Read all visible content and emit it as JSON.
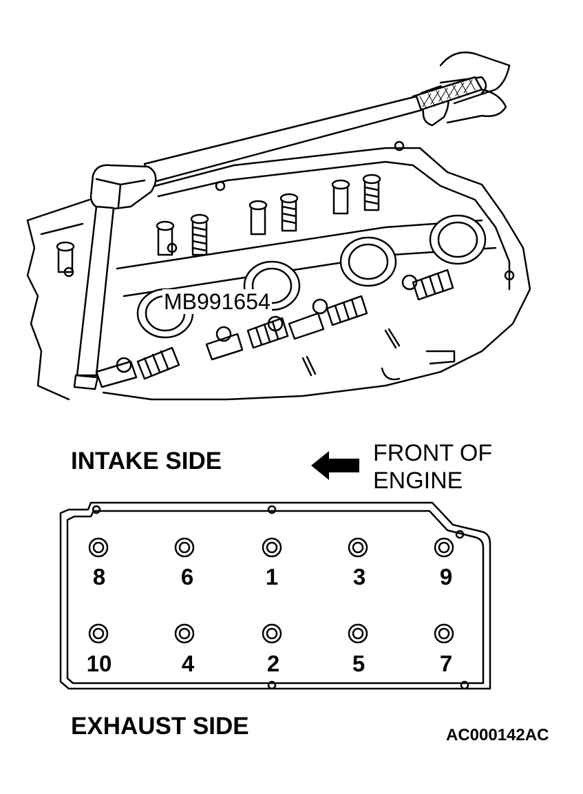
{
  "illustration": {
    "tool_callout": "MB991654"
  },
  "labels": {
    "intake_side": "INTAKE SIDE",
    "front_of_engine_line1": "FRONT OF",
    "front_of_engine_line2": "ENGINE",
    "exhaust_side": "EXHAUST SIDE",
    "figure_code": "AC000142AC"
  },
  "tightening_sequence": {
    "intake_row": [
      "8",
      "6",
      "1",
      "3",
      "9"
    ],
    "exhaust_row": [
      "10",
      "4",
      "2",
      "5",
      "7"
    ]
  },
  "icons": {
    "direction_arrow": "arrow-left-icon",
    "bolt": "bolt-circle-icon"
  },
  "colors": {
    "line": "#000000",
    "background": "#ffffff"
  }
}
